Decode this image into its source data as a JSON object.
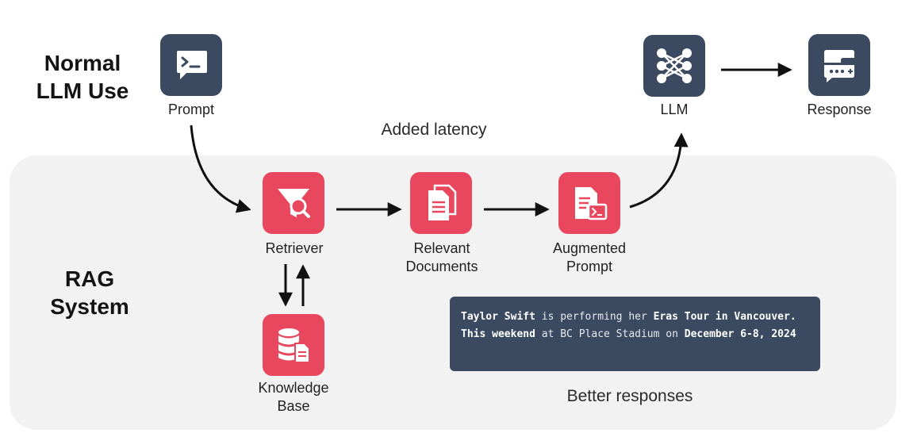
{
  "sections": {
    "normal": [
      "Normal",
      "LLM Use"
    ],
    "rag": [
      "RAG",
      "System"
    ]
  },
  "nodes": {
    "prompt": [
      "Prompt"
    ],
    "llm": [
      "LLM"
    ],
    "response": [
      "Response"
    ],
    "retriever": [
      "Retriever"
    ],
    "relevant_documents": [
      "Relevant",
      "Documents"
    ],
    "augmented_prompt": [
      "Augmented",
      "Prompt"
    ],
    "knowledge_base": [
      "Knowledge",
      "Base"
    ]
  },
  "captions": {
    "added_latency": "Added latency",
    "better_responses": "Better responses"
  },
  "example": {
    "segments": [
      {
        "text": "Taylor Swift",
        "bold": true
      },
      {
        "text": " is performing her ",
        "bold": false
      },
      {
        "text": "Eras Tour in Vancouver. This weekend",
        "bold": true
      },
      {
        "text": " at BC Place Stadium on ",
        "bold": false
      },
      {
        "text": "December 6-8, 2024",
        "bold": true
      }
    ]
  },
  "colors": {
    "dark_node": "#3b4a60",
    "rag_node": "#e8475d",
    "panel": "#f2f2f2"
  },
  "icons": {
    "prompt": "terminal-chat-icon",
    "llm": "neural-network-icon",
    "response": "chat-bubble-icon",
    "retriever": "filter-search-icon",
    "relevant_documents": "documents-icon",
    "augmented_prompt": "document-terminal-icon",
    "knowledge_base": "database-document-icon"
  }
}
